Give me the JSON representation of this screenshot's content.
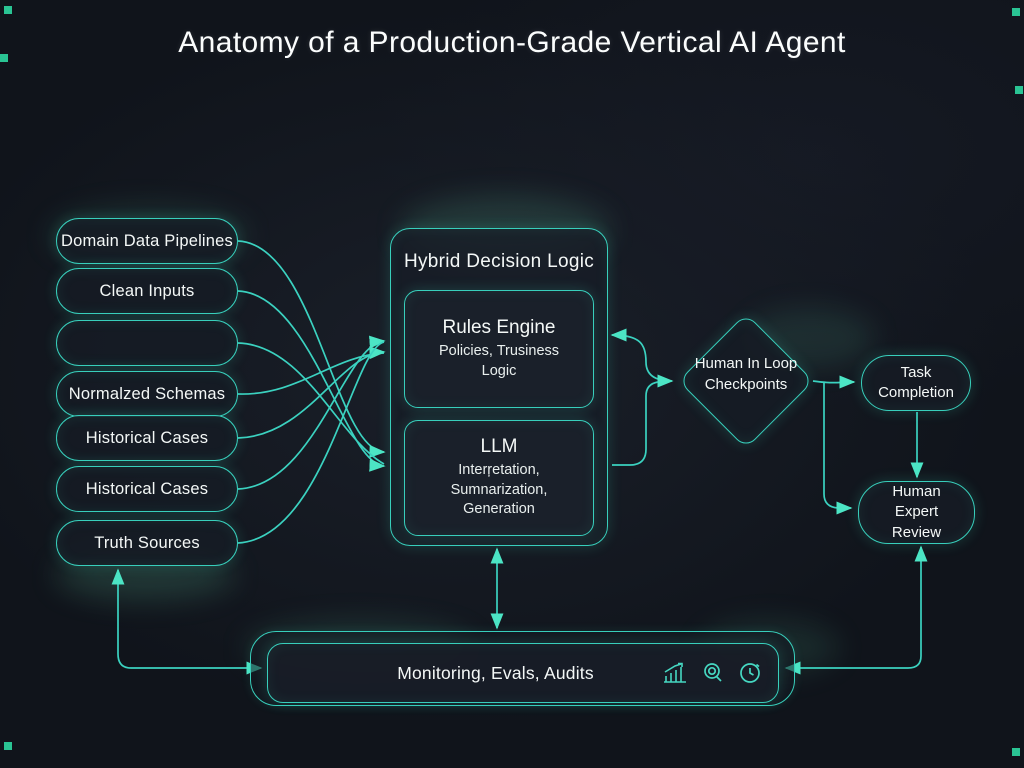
{
  "colors": {
    "background": "#10141b",
    "accent_stroke": "#3bd6c3",
    "glow": "#6ee7b7",
    "text": "#f4f8f7"
  },
  "title": "Anatomy of a Production-Grade Vertical AI Agent",
  "inputs": {
    "items": [
      {
        "label": "Domain Data Pipelines"
      },
      {
        "label": "Clean Inputs"
      },
      {
        "label": ""
      },
      {
        "label": "Normalzed Schemas"
      },
      {
        "label": "Historical Cases"
      },
      {
        "label": "Historical Cases"
      },
      {
        "label": "Truth Sources"
      }
    ]
  },
  "decision": {
    "title": "Hybrid Decision Logic",
    "rules": {
      "title": "Rules Engine",
      "subtitle": "Policies, Trusiness\nLogic"
    },
    "llm": {
      "title": "LLM",
      "subtitle": "Interŗetation,\nSumnarization,\nGeneration"
    }
  },
  "checkpoint": {
    "label": "Human In Loop\nCheckpoints"
  },
  "outputs": {
    "task_completion": "Task\nCompletion",
    "human_expert_review": "Human\nExpert\nReview"
  },
  "monitoring": {
    "label": "Monitoring, Evals, Audits",
    "icons": [
      "bar-chart-icon",
      "search-icon",
      "clock-icon"
    ]
  }
}
